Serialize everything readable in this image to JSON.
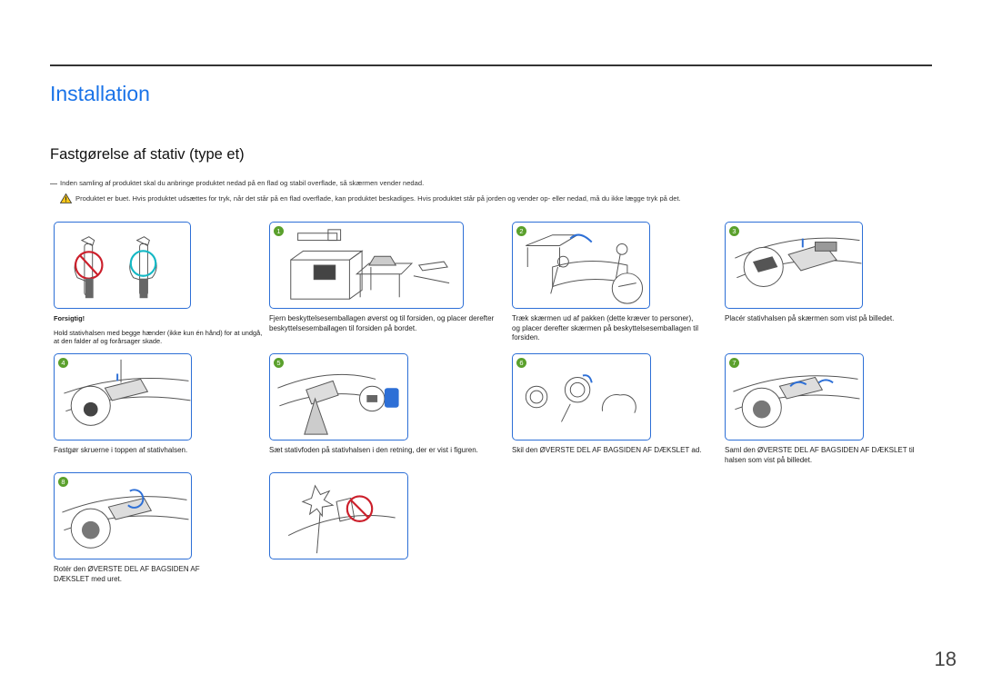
{
  "page_title": "Installation",
  "section_title": "Fastgørelse af stativ (type et)",
  "note": "Inden samling af produktet skal du anbringe produktet nedad på en flad og stabil overflade, så skærmen vender nedad.",
  "warning": "Produktet er buet. Hvis produktet udsættes for tryk, når det står på en flad overflade, kan produktet beskadiges. Hvis produktet står på jorden og vender op- eller nedad, må du ikke lægge tryk på det.",
  "caution": {
    "title": "Forsigtig!",
    "text": "Hold stativhalsen med begge hænder (ikke kun én hånd) for at undgå, at den falder af og forårsager skade."
  },
  "steps": [
    {
      "num": "1",
      "caption": "Fjern beskyttelsesemballagen øverst og til forsiden, og placer derefter beskyttelsesemballagen til forsiden på bordet."
    },
    {
      "num": "2",
      "caption": "Træk skærmen ud af pakken (dette kræver to personer), og placer derefter skærmen på beskyttelsesemballagen til forsiden."
    },
    {
      "num": "3",
      "caption": "Placér stativhalsen på skærmen som vist på billedet."
    },
    {
      "num": "4",
      "caption": "Fastgør skruerne i toppen af stativhalsen."
    },
    {
      "num": "5",
      "caption": "Sæt stativfoden på stativhalsen i den retning, der er vist i figuren."
    },
    {
      "num": "6",
      "caption": "Skil den ØVERSTE DEL AF BAGSIDEN AF DÆKSLET ad."
    },
    {
      "num": "7",
      "caption": "Saml den ØVERSTE DEL AF BAGSIDEN AF DÆKSLET til halsen som vist på billedet."
    },
    {
      "num": "8",
      "caption": "Rotér den ØVERSTE DEL AF BAGSIDEN AF DÆKSLET med uret."
    }
  ],
  "page_number": "18",
  "colors": {
    "accent": "#1a73e8",
    "frame": "#2d6fd6",
    "step_badge": "#5aa02c",
    "prohibit": "#cc1f2b",
    "ok": "#14b8c4"
  }
}
